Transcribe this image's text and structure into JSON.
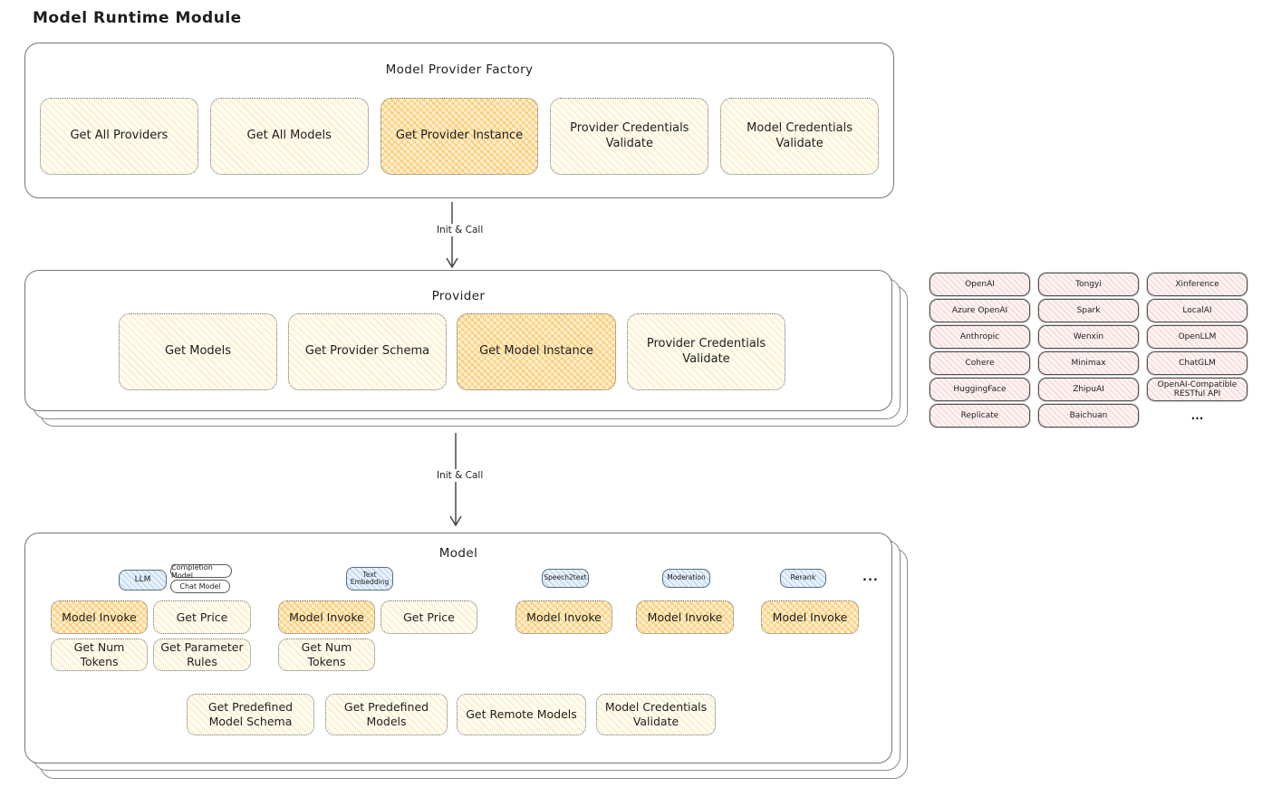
{
  "page_title": "Model Runtime Module",
  "colors": {
    "highlight_orange": "#f7a623",
    "cream": "#fffcf0",
    "pink": "#fdf4f3",
    "blue": "#e9f2fb",
    "ink": "#1e1e1e"
  },
  "factory": {
    "title": "Model Provider Factory",
    "buttons": [
      {
        "label": "Get All Providers",
        "highlighted": false
      },
      {
        "label": "Get All Models",
        "highlighted": false
      },
      {
        "label": "Get Provider Instance",
        "highlighted": true
      },
      {
        "label": "Provider Credentials Validate",
        "highlighted": false
      },
      {
        "label": "Model Credentials Validate",
        "highlighted": false
      }
    ]
  },
  "arrows": {
    "factory_to_provider": "Init & Call",
    "provider_to_model": "Init & Call"
  },
  "provider": {
    "title": "Provider",
    "buttons": [
      {
        "label": "Get Models",
        "highlighted": false
      },
      {
        "label": "Get Provider Schema",
        "highlighted": false
      },
      {
        "label": "Get Model Instance",
        "highlighted": true
      },
      {
        "label": "Provider Credentials Validate",
        "highlighted": false
      }
    ]
  },
  "provider_list": {
    "items": [
      "OpenAI",
      "Tongyi",
      "Xinference",
      "Azure OpenAI",
      "Spark",
      "LocalAI",
      "Anthropic",
      "Wenxin",
      "OpenLLM",
      "Cohere",
      "Minimax",
      "ChatGLM",
      "HuggingFace",
      "ZhipuAI",
      "OpenAI-Compatible RESTful API",
      "Replicate",
      "Baichuan"
    ],
    "more": "..."
  },
  "model": {
    "title": "Model",
    "types": {
      "llm": "LLM",
      "llm_variants": [
        "Completion Model",
        "Chat Model"
      ],
      "text_embedding": "Text Embedding",
      "speech2text": "Speech2text",
      "moderation": "Moderation",
      "rerank": "Rerank",
      "more": "..."
    },
    "llm_buttons": [
      {
        "label": "Model Invoke",
        "highlighted": true
      },
      {
        "label": "Get Price",
        "highlighted": false
      },
      {
        "label": "Get Num Tokens",
        "highlighted": false
      },
      {
        "label": "Get Parameter Rules",
        "highlighted": false
      }
    ],
    "text_embedding_buttons": [
      {
        "label": "Model Invoke",
        "highlighted": true
      },
      {
        "label": "Get Price",
        "highlighted": false
      },
      {
        "label": "Get Num Tokens",
        "highlighted": false
      }
    ],
    "speech2text_buttons": [
      {
        "label": "Model Invoke",
        "highlighted": true
      }
    ],
    "moderation_buttons": [
      {
        "label": "Model Invoke",
        "highlighted": true
      }
    ],
    "rerank_buttons": [
      {
        "label": "Model Invoke",
        "highlighted": true
      }
    ],
    "bottom_buttons": [
      {
        "label": "Get Predefined Model Schema"
      },
      {
        "label": "Get Predefined Models"
      },
      {
        "label": "Get Remote Models"
      },
      {
        "label": "Model Credentials Validate"
      }
    ]
  }
}
